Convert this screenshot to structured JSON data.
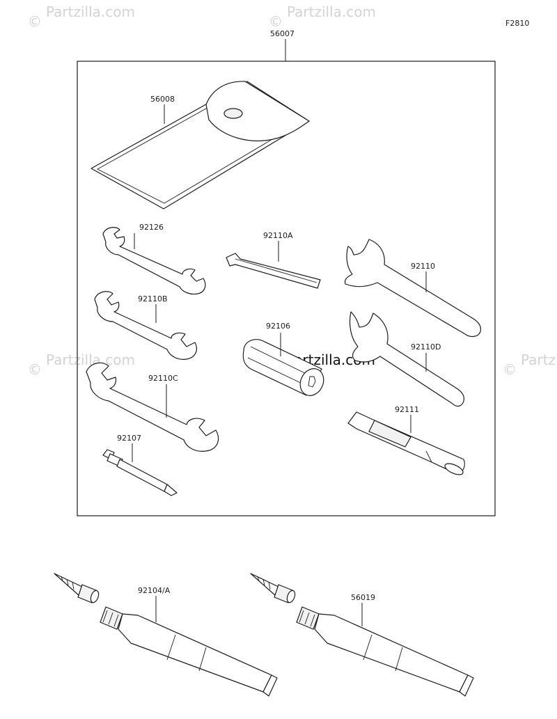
{
  "diagram_code": "F2810",
  "watermark": {
    "copyright_symbol": "©",
    "text": "Partzilla.com",
    "main_text": "Partzilla.com"
  },
  "parts": [
    {
      "id": "kit",
      "number": "56007"
    },
    {
      "id": "case",
      "number": "56008"
    },
    {
      "id": "wrench-small",
      "number": "92126"
    },
    {
      "id": "hex-key",
      "number": "92110A"
    },
    {
      "id": "spanner-large",
      "number": "92110"
    },
    {
      "id": "wrench-mid",
      "number": "92110B"
    },
    {
      "id": "plug-socket",
      "number": "92106"
    },
    {
      "id": "spanner-hook",
      "number": "92110D"
    },
    {
      "id": "wrench-large",
      "number": "92110C"
    },
    {
      "id": "extension",
      "number": "92111"
    },
    {
      "id": "screwdriver-bit",
      "number": "92107"
    },
    {
      "id": "grease-tube-left",
      "number": "92104/A"
    },
    {
      "id": "grease-tube-right",
      "number": "56019"
    }
  ]
}
